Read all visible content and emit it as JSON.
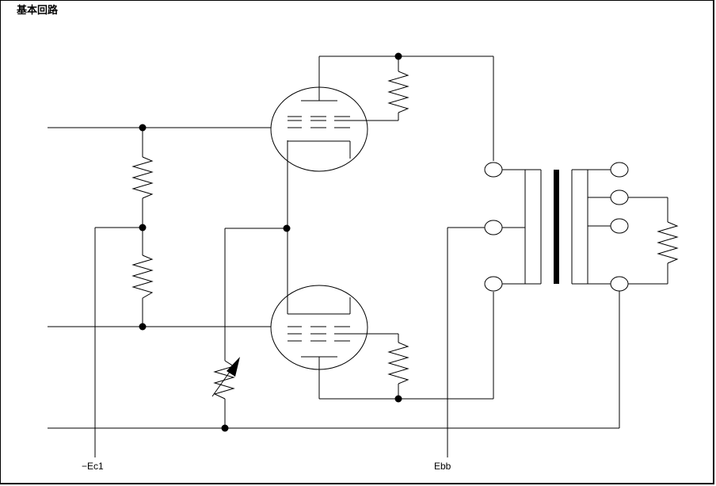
{
  "title": "基本回路",
  "labels": {
    "neg_bias": "−Ec1",
    "plate_supply": "Ebb"
  }
}
